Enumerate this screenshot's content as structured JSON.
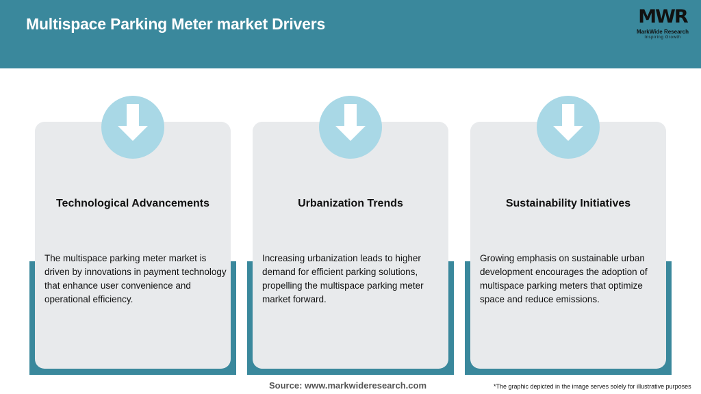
{
  "header": {
    "title": "Multispace Parking Meter market Drivers",
    "background_color": "#3a889c"
  },
  "logo": {
    "mark": "MWR",
    "name": "MarkWide Research",
    "tagline": "Inspiring Growth"
  },
  "cards": [
    {
      "icon": "down-arrow-icon",
      "title": "Technological Advancements",
      "text": "The multispace parking meter market is driven by innovations in payment technology that enhance user convenience and operational efficiency."
    },
    {
      "icon": "down-arrow-icon",
      "title": "Urbanization Trends",
      "text": "Increasing urbanization leads to higher demand for efficient parking solutions, propelling the multispace parking meter market forward."
    },
    {
      "icon": "down-arrow-icon",
      "title": "Sustainability Initiatives",
      "text": "Growing emphasis on sustainable urban development encourages the adoption of multispace parking meters that optimize space and reduce emissions."
    }
  ],
  "footer": {
    "source": "Source: www.markwideresearch.com",
    "disclaimer": "*The graphic depicted in the image serves solely for illustrative purposes"
  },
  "colors": {
    "accent": "#3a889c",
    "card_bg": "#e8eaec",
    "icon_circle": "#a9d8e6"
  }
}
